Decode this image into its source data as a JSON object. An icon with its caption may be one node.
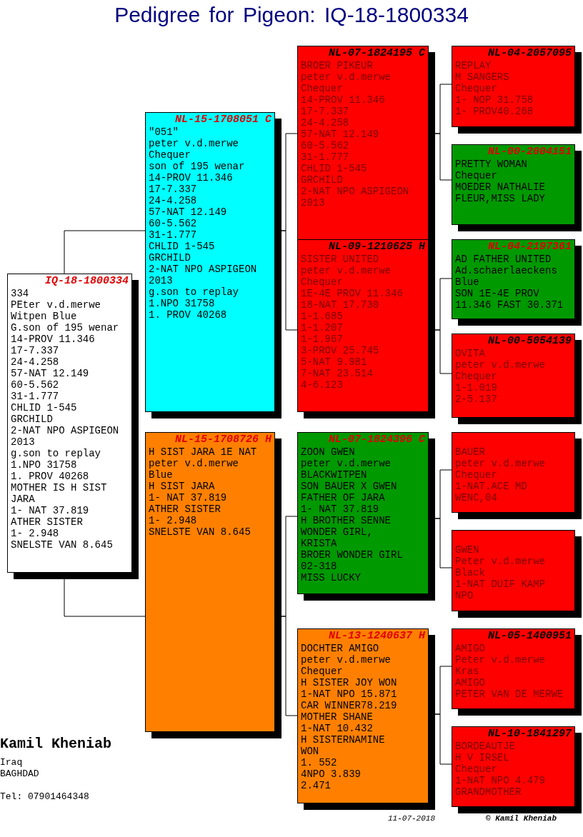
{
  "diagram": {
    "title": "Pedigree for Pigeon: IQ-18-1800334",
    "nodes": [
      {
        "text": [
          "IQ-18-1800334",
          "334",
          "PEter v.d.merwe",
          "Witpen Blue",
          "G.son of 195 wenar",
          "14-PROV 11.346",
          "17-7.337",
          "24-4.258",
          "57-NAT 12.149",
          "60-5.562",
          "31-1.777",
          "CHLID 1-545",
          "GRCHILD",
          "2-NAT NPO ASPIGEON",
          "2013",
          "g.son to replay",
          "1.NPO 31758",
          "1. PROV 40268",
          "MOTHER IS H SIST",
          "JARA",
          "1- NAT 37.819",
          "ATHER SISTER",
          "1- 2.948",
          "SNELSTE VAN 8.645"
        ]
      },
      {
        "text": [
          "NL-15-1708051 C",
          "\"051\"",
          "peter v.d.merwe",
          "Chequer",
          "son of 195 wenar",
          "14-PROV 11.346",
          "17-7.337",
          "24-4.258",
          "57-NAT 12.149",
          "60-5.562",
          "31-1.777",
          "CHLID 1-545",
          "GRCHILD",
          "2-NAT NPO ASPIGEON",
          "2013",
          "g.son to replay",
          "1.NPO 31758",
          "1. PROV 40268"
        ]
      },
      {
        "text": [
          "NL-15-1708726 H",
          "H SIST JARA 1E NAT",
          "peter v.d.merwe",
          "Blue",
          "H SIST JARA",
          "1- NAT 37.819",
          "ATHER SISTER",
          "1- 2.948",
          "SNELSTE VAN 8.645"
        ]
      },
      {
        "text": [
          "NL-07-1824195 C",
          "BROER PIKEUR",
          "peter v.d.merwe",
          "Chequer",
          "14-PROV 11.346",
          "17-7.337",
          "24-4.258",
          "57-NAT 12.149",
          "60-5.562",
          "31-1.777",
          "CHLID 1-545",
          "GRCHILD",
          "2-NAT NPO ASPIGEON",
          "2013"
        ]
      },
      {
        "text": [
          "NL-09-1210625 H",
          "SISTER UNITED",
          "peter v.d.merwe",
          "Chequer",
          "1E-4E PROV 11.346",
          "18-NAT 17.730",
          "1-1.685",
          "1-1.207",
          "1-1.967",
          "3-PROV 25.745",
          "5-NAT 9.981",
          "7-NAT 23.514",
          "4-6.123"
        ]
      },
      {
        "text": [
          "NL-07-1824396 C",
          "ZOON GWEN",
          "peter v.d.merwe",
          "BLACKWITPEN",
          "SON BAUER X GWEN",
          "FATHER OF JARA",
          "1- NAT 37.819",
          "H BROTHER SENNE",
          "WONDER GIRL,",
          "KRISTA",
          "BROER WONDER GIRL",
          "02-318",
          "MISS LUCKY"
        ]
      },
      {
        "text": [
          "NL-13-1240637 H",
          "DOCHTER AMIGO",
          "peter v.d.merwe",
          "Chequer",
          "H SISTER JOY WON",
          "1-NAT NPO 15.871",
          "CAR WINNER78.219",
          "MOTHER SHANE",
          "1-NAT 10.432",
          "H SISTERNAMINE",
          "WON",
          "1. 552",
          "4NPO 3.839",
          "2.471"
        ]
      },
      {
        "text": [
          "NL-04-2057095",
          "REPLAY",
          "M SANGERS",
          "Chequer",
          "1- NOP 31.758",
          "1- PROV40.268"
        ]
      },
      {
        "text": [
          "NL-00-2004151",
          "PRETTY WOMAN",
          "Chequer",
          "MOEDER NATHALIE",
          "FLEUR,MISS LADY"
        ]
      },
      {
        "text": [
          "NL-04-2197361",
          "AD FATHER UNITED",
          "Ad.schaerlaeckens",
          "Blue",
          "SON 1E-4E PROV",
          "11.346 FAST 30.371"
        ]
      },
      {
        "text": [
          "NL-00-5054139",
          "OVITA",
          "peter v.d.merwe",
          "Chequer",
          "1-1.019",
          "2-5.137"
        ]
      },
      {
        "text": [
          "BAUER",
          "peter v.d.merwe",
          "Chequer",
          "1-NAT.ACE MD",
          "WENC,04"
        ]
      },
      {
        "text": [
          "GWEN",
          "Peter v.d.merwe",
          "Black",
          "1-NAT DUIF KAMP",
          "NPO"
        ]
      },
      {
        "text": [
          "NL-05-1400951",
          "AMIGO",
          "Peter v.d.merwe",
          "Kras",
          "AMIGO",
          "PETER VAN DE MERWE"
        ]
      },
      {
        "text": [
          "NL-10-1841297",
          "BORDEAUTJE",
          "H V IRSEL",
          "Chequer",
          "1-NAT NPO 4.479",
          "GRANDMOTHER"
        ]
      }
    ],
    "edges": [
      {
        "from": 0,
        "to": 1,
        "arrow": "none"
      },
      {
        "from": 0,
        "to": 2,
        "arrow": "none"
      },
      {
        "from": 1,
        "to": 3,
        "arrow": "none"
      },
      {
        "from": 1,
        "to": 4,
        "arrow": "none"
      },
      {
        "from": 2,
        "to": 5,
        "arrow": "none"
      },
      {
        "from": 2,
        "to": 6,
        "arrow": "none"
      },
      {
        "from": 3,
        "to": 7,
        "arrow": "none"
      },
      {
        "from": 3,
        "to": 8,
        "arrow": "none"
      },
      {
        "from": 4,
        "to": 9,
        "arrow": "none"
      },
      {
        "from": 4,
        "to": 10,
        "arrow": "none"
      },
      {
        "from": 5,
        "to": 11,
        "arrow": "none"
      },
      {
        "from": 5,
        "to": 12,
        "arrow": "none"
      },
      {
        "from": 6,
        "to": 13,
        "arrow": "none"
      },
      {
        "from": 6,
        "to": 14,
        "arrow": "none"
      }
    ],
    "labels": [
      "Kamil Kheniab",
      "Iraq",
      "BAGHDAD",
      "Tel: 07901464348",
      "11-07-2018",
      "© Kamil Kheniab"
    ]
  }
}
